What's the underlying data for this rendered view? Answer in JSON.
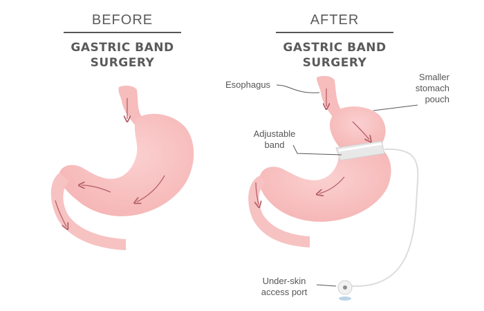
{
  "before": {
    "heading": "BEFORE",
    "title_line1": "GASTRIC BAND",
    "title_line2": "SURGERY"
  },
  "after": {
    "heading": "AFTER",
    "title_line1": "GASTRIC BAND",
    "title_line2": "SURGERY"
  },
  "labels": {
    "esophagus": "Esophagus",
    "pouch_line1": "Smaller",
    "pouch_line2": "stomach",
    "pouch_line3": "pouch",
    "band_line1": "Adjustable",
    "band_line2": "band",
    "port_line1": "Under-skin",
    "port_line2": "access port"
  },
  "colors": {
    "stomach_fill": "#f7b9b9",
    "stomach_highlight": "#fbd3d3",
    "arrow": "#b5606a",
    "band": "#e6e6e6",
    "tube": "#dcdcdc",
    "text": "#555555"
  }
}
